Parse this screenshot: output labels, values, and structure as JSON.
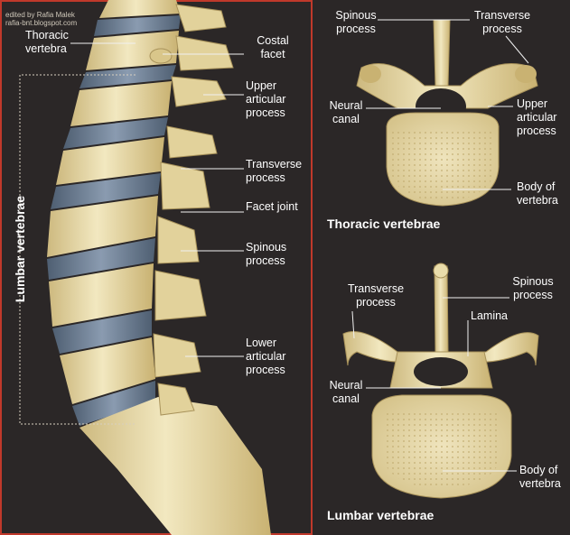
{
  "watermark": "edited by Rafia Malek\nrafia-bnt.blogspot.com",
  "spine_labels": {
    "thoracic_vertebra": "Thoracic\nvertebra",
    "costal_facet": "Costal\nfacet",
    "upper_articular": "Upper\narticular\nprocess",
    "transverse": "Transverse\nprocess",
    "facet_joint": "Facet joint",
    "spinous": "Spinous\nprocess",
    "lower_articular": "Lower\narticular\nprocess",
    "lumbar_vertebrae": "Lumbar vertebrae"
  },
  "thoracic": {
    "title": "Thoracic vertebrae",
    "spinous": "Spinous\nprocess",
    "transverse": "Transverse\nprocess",
    "neural_canal": "Neural\ncanal",
    "upper_articular": "Upper\narticular\nprocess",
    "body": "Body of\nvertebra"
  },
  "lumbar": {
    "title": "Lumbar vertebrae",
    "transverse": "Transverse\nprocess",
    "spinous": "Spinous\nprocess",
    "lamina": "Lamina",
    "neural_canal": "Neural\ncanal",
    "body": "Body of\nvertebra"
  },
  "colors": {
    "background": "#2b2727",
    "bone": "#e9dcaa",
    "bone_shadow": "#b8a36a",
    "disc": "#6d7f93",
    "frame": "#c0392b"
  }
}
